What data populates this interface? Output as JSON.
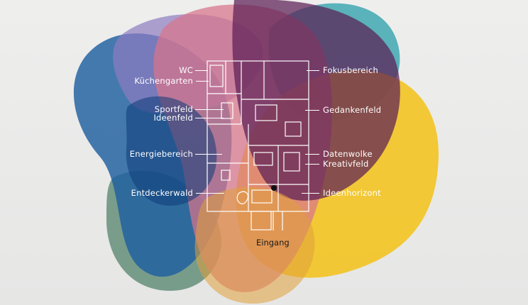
{
  "palette": {
    "background": "#e9e9e8",
    "teal": "#3fa7b1",
    "yellow": "#f2c31c",
    "blue": "#1f5fa0",
    "purple": "#7b3a78",
    "pink": "#d8748b",
    "green": "#5d8a73",
    "lavender": "#8d7cc0"
  },
  "labels_left": [
    {
      "id": "wc",
      "text": "WC"
    },
    {
      "id": "kuechengarten",
      "text": "Küchengarten"
    },
    {
      "id": "sportfeld",
      "text": "Sportfeld"
    },
    {
      "id": "ideenfeld",
      "text": "Ideenfeld"
    },
    {
      "id": "energiebereich",
      "text": "Energiebereich"
    },
    {
      "id": "entdeckerwald",
      "text": "Entdeckerwald"
    }
  ],
  "labels_right": [
    {
      "id": "fokusbereich",
      "text": "Fokusbereich"
    },
    {
      "id": "gedankenfeld",
      "text": "Gedankenfeld"
    },
    {
      "id": "datenwolke",
      "text": "Datenwolke"
    },
    {
      "id": "kreativfeld",
      "text": "Kreativfeld"
    },
    {
      "id": "ideenhorizont",
      "text": "Ideenhorizont"
    }
  ],
  "entrance": {
    "text": "Eingang"
  },
  "icons": [
    "floor-plan-icon",
    "you-are-here-marker"
  ]
}
